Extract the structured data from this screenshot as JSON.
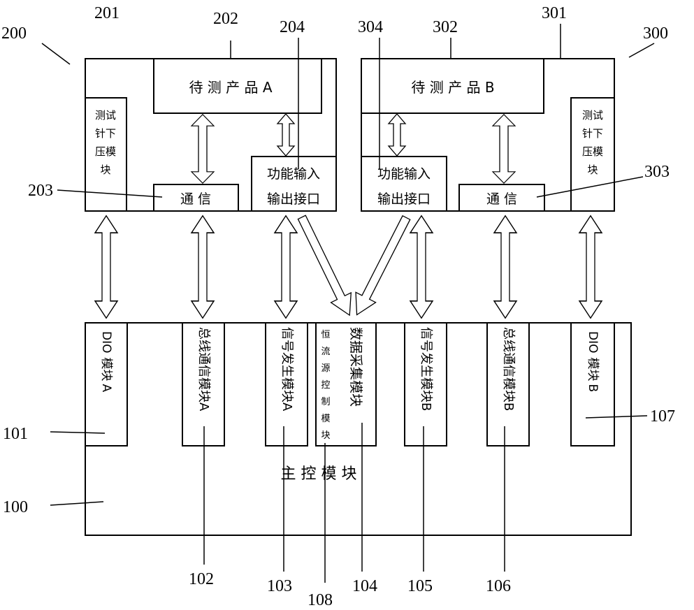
{
  "labels": {
    "n200": "200",
    "n201": "201",
    "n202": "202",
    "n203": "203",
    "n204": "204",
    "n300": "300",
    "n301": "301",
    "n302": "302",
    "n303": "303",
    "n304": "304",
    "n100": "100",
    "n101": "101",
    "n102": "102",
    "n103": "103",
    "n104": "104",
    "n105": "105",
    "n106": "106",
    "n107": "107",
    "n108": "108"
  },
  "fixture_a": {
    "product": "待 测 产 品   A",
    "probe": [
      "测试",
      "针下",
      "压模",
      "块"
    ],
    "comm": "通    信",
    "io": [
      "功能输入",
      "输出接口"
    ]
  },
  "fixture_b": {
    "product": "待 测 产 品   B",
    "probe": [
      "测试",
      "针下",
      "压模",
      "块"
    ],
    "comm": "通    信",
    "io": [
      "功能输入",
      "输出接口"
    ]
  },
  "main": {
    "title": "主 控 模 块",
    "dio_a": [
      "D",
      "I",
      "O",
      "模",
      "块",
      "A"
    ],
    "bus_a": [
      "总",
      "线",
      "通",
      "信",
      "模",
      "块",
      "A"
    ],
    "sig_a": [
      "信",
      "号",
      "发",
      "生",
      "模",
      "块",
      "A"
    ],
    "const_current": [
      "恒",
      "流",
      "源",
      "控",
      "制",
      "模",
      "块"
    ],
    "daq": [
      "数",
      "据",
      "采",
      "集",
      "模",
      "块"
    ],
    "sig_b": [
      "信",
      "号",
      "发",
      "生",
      "模",
      "块",
      "B"
    ],
    "bus_b": [
      "总",
      "线",
      "通",
      "信",
      "模",
      "块",
      "B"
    ],
    "dio_b": [
      "D",
      "I",
      "O",
      "模",
      "块",
      "B"
    ]
  }
}
